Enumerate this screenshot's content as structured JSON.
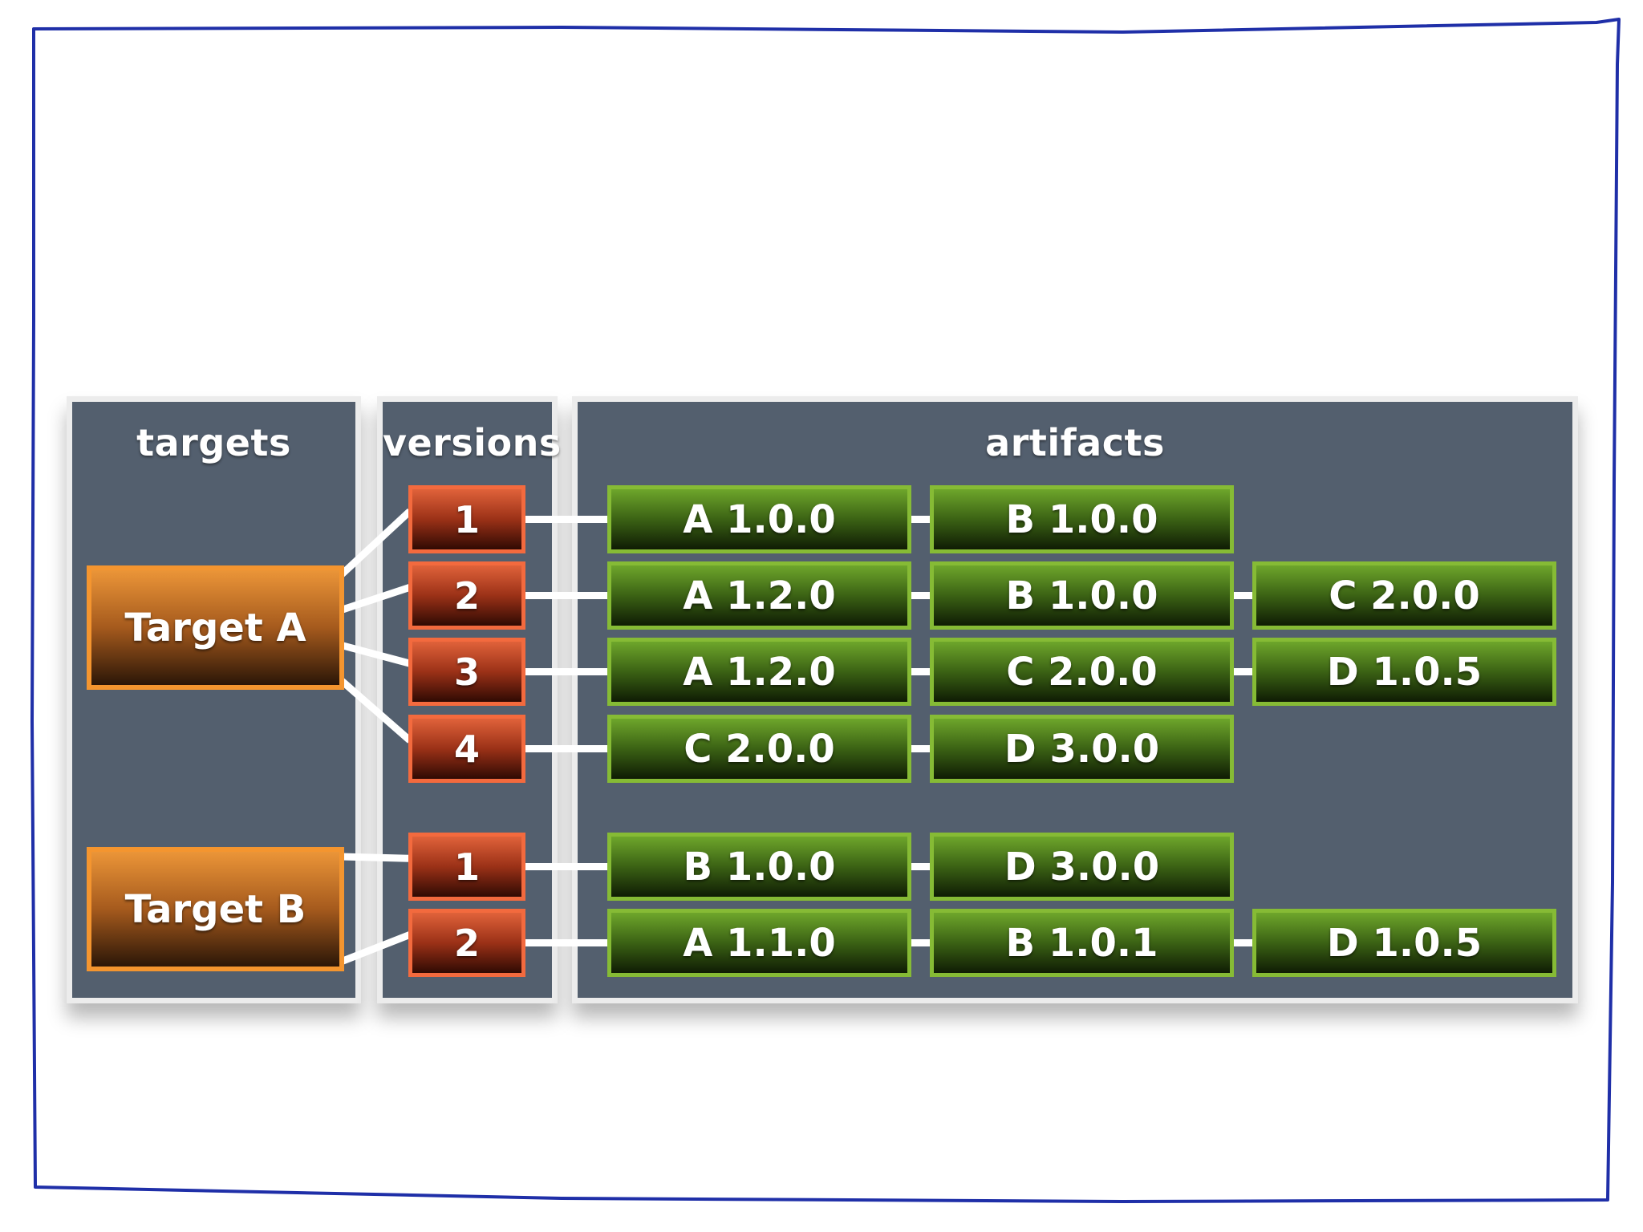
{
  "panels": {
    "targets_title": "targets",
    "versions_title": "versions",
    "artifacts_title": "artifacts"
  },
  "targets": [
    {
      "label": "Target A",
      "versions": [
        {
          "label": "1",
          "artifacts": [
            "A 1.0.0",
            "B 1.0.0"
          ]
        },
        {
          "label": "2",
          "artifacts": [
            "A 1.2.0",
            "B 1.0.0",
            "C 2.0.0"
          ]
        },
        {
          "label": "3",
          "artifacts": [
            "A 1.2.0",
            "C 2.0.0",
            "D 1.0.5"
          ]
        },
        {
          "label": "4",
          "artifacts": [
            "C 2.0.0",
            "D 3.0.0"
          ]
        }
      ]
    },
    {
      "label": "Target B",
      "versions": [
        {
          "label": "1",
          "artifacts": [
            "B 1.0.0",
            "D 3.0.0"
          ]
        },
        {
          "label": "2",
          "artifacts": [
            "A 1.1.0",
            "B 1.0.1",
            "D 1.0.5"
          ]
        }
      ]
    }
  ],
  "colors": {
    "panel_bg": "#535f6e",
    "panel_border": "#ececec",
    "target_border": "#f4952f",
    "version_border": "#f36a3e",
    "artifact_border": "#86bb35",
    "connector": "#ffffff",
    "frame": "#1f2fa8"
  }
}
